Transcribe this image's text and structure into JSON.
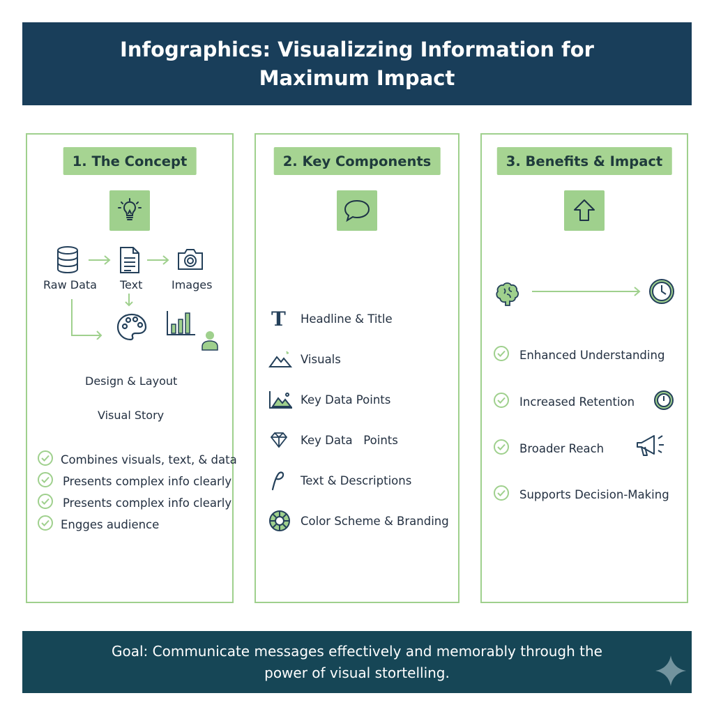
{
  "header": {
    "title": "Infographics: Visualizzing Information for Maximum Impact"
  },
  "concept": {
    "title": "1. The Concept",
    "flow": {
      "raw_data": "Raw Data",
      "text": "Text",
      "images": "Images",
      "design": "Design & Layout",
      "story": "Visual Story"
    },
    "points": [
      "Combines visuals, text, & data",
      "Presents complex info clearly",
      "Presents complex info clearly",
      "Engges audience"
    ]
  },
  "components": {
    "title": "2. Key Components",
    "items": [
      {
        "label": "Headline & Title",
        "icon": "serif-t-icon"
      },
      {
        "label": "Visuals",
        "icon": "mountain-icon"
      },
      {
        "label": "Key Data Points",
        "icon": "chart-mountain-icon"
      },
      {
        "label": "Key Data   Points",
        "icon": "diamond-icon"
      },
      {
        "label": "Text & Descriptions",
        "icon": "pen-icon"
      },
      {
        "label": "Color Scheme & Branding",
        "icon": "color-wheel-icon"
      }
    ]
  },
  "benefits": {
    "title": "3. Benefits & Impact",
    "items": [
      "Enhanced Understanding",
      "Increased Retention",
      "Broader Reach",
      "Supports Decision-Making"
    ]
  },
  "footer": {
    "text": "Goal: Communicate messages effectively and memorably through the power of visual stortelling."
  },
  "colors": {
    "navy": "#193e5a",
    "green": "#9fd08d",
    "teal": "#164656"
  }
}
